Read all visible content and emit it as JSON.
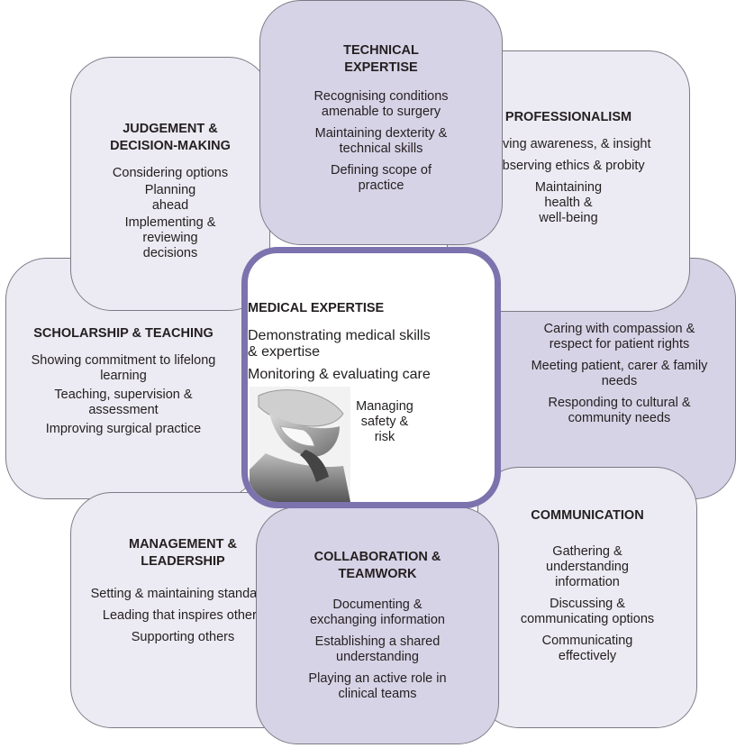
{
  "judgement": {
    "title_l1": "JUDGEMENT &",
    "title_l2": "DECISION-MAKING",
    "items": [
      "Considering options",
      "Planning",
      "ahead",
      "Implementing &",
      "reviewing",
      "decisions"
    ]
  },
  "technical": {
    "title_l1": "TECHNICAL",
    "title_l2": "EXPERTISE",
    "items": [
      "Recognising conditions",
      "amenable to surgery",
      "Maintaining dexterity &",
      "technical skills",
      "Defining scope of",
      "practice"
    ]
  },
  "professionalism": {
    "title": "PROFESSIONALISM",
    "items": [
      "Having awareness, & insight",
      "Observing ethics & probity",
      "Maintaining",
      "health &",
      "well-being"
    ]
  },
  "scholarship": {
    "title": "SCHOLARSHIP & TEACHING",
    "items": [
      "Showing commitment to lifelong",
      "learning",
      "Teaching, supervision &",
      "assessment",
      "Improving surgical practice"
    ]
  },
  "medical": {
    "title": "MEDICAL EXPERTISE",
    "items": [
      "Demonstrating medical skills",
      "& expertise",
      "Monitoring & evaluating care",
      "Managing",
      "safety &",
      "risk"
    ]
  },
  "health_advocacy": {
    "items": [
      "Caring with compassion &",
      "respect for patient rights",
      "Meeting patient, carer & family",
      "needs",
      "Responding to cultural &",
      "community needs"
    ]
  },
  "management": {
    "title_l1": "MANAGEMENT &",
    "title_l2": "LEADERSHIP",
    "items": [
      "Setting & maintaining standards",
      "Leading that inspires others",
      "Supporting others"
    ]
  },
  "collaboration": {
    "title_l1": "COLLABORATION &",
    "title_l2": "TEAMWORK",
    "items": [
      "Documenting &",
      "exchanging information",
      "Establishing a shared",
      "understanding",
      "Playing an active role in",
      "clinical teams"
    ]
  },
  "communication": {
    "title": "COMMUNICATION",
    "items": [
      "Gathering &",
      "understanding",
      "information",
      "Discussing &",
      "communicating options",
      "Communicating",
      "effectively"
    ]
  },
  "colors": {
    "light_fill": "#eceaf2",
    "dark_fill": "#d7d3e6",
    "center_border": "#7b72ae"
  }
}
